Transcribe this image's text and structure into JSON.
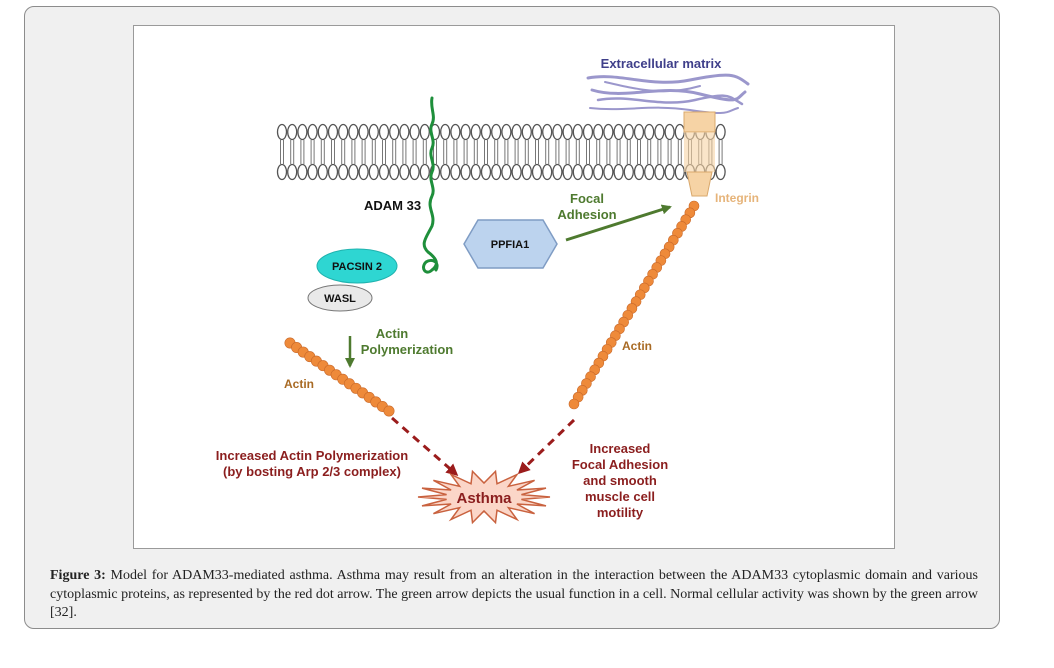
{
  "diagram": {
    "extracellular_matrix": "Extracellular matrix",
    "adam33": "ADAM 33",
    "focal_adhesion": [
      "Focal",
      "Adhesion"
    ],
    "integrin": "Integrin",
    "ppfia1": "PPFIA1",
    "pacsin2": "PACSIN 2",
    "wasl": "WASL",
    "actin_polymerization": [
      "Actin",
      "Polymerization"
    ],
    "actin_left": "Actin",
    "actin_right": "Actin",
    "increased_actin": [
      "Increased Actin Polymerization",
      "(by bosting Arp 2/3 complex)"
    ],
    "increased_focal": [
      "Increased",
      "Focal Adhesion",
      "and smooth",
      "muscle cell",
      "motility"
    ],
    "asthma": "Asthma"
  },
  "colors": {
    "green_arrow": "#4e7a2f",
    "red_dash": "#9b1c1c",
    "actin_bead": "#ee8a3a",
    "pacsin2": "#2ed6d2",
    "ppfia1": "#bcd3ee",
    "integrin": "#f6d3a5",
    "adam33": "#1e8f3b",
    "matrix": "#8a86c4",
    "label_red": "#8b1e1e",
    "label_orange": "#a86a24"
  },
  "caption": {
    "label": "Figure 3:",
    "text": " Model for ADAM33-mediated asthma. Asthma may result from an alteration in the interaction between the ADAM33 cytoplasmic domain and various cytoplasmic proteins, as represented by the red dot arrow. The green arrow depicts the usual function in a cell. Normal cellular activity was shown by the green arrow [32]."
  }
}
